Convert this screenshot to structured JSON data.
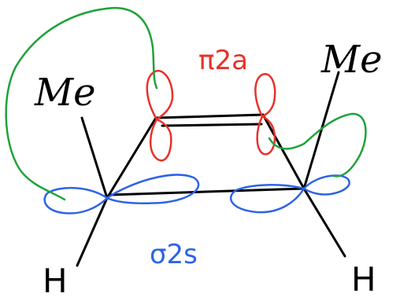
{
  "labels": {
    "pi_label": "π2a",
    "sigma_label": "σ2s",
    "me_left": "Me",
    "me_right": "Me",
    "h_left": "H",
    "h_right": "H"
  },
  "colors": {
    "ink": "#000000",
    "pi_orbital": "#e8312a",
    "sigma_orbital": "#2e63e6",
    "interaction": "#1ea23a"
  },
  "orbital_notes": {
    "pi_component": "π2a",
    "sigma_component": "σ2s"
  }
}
